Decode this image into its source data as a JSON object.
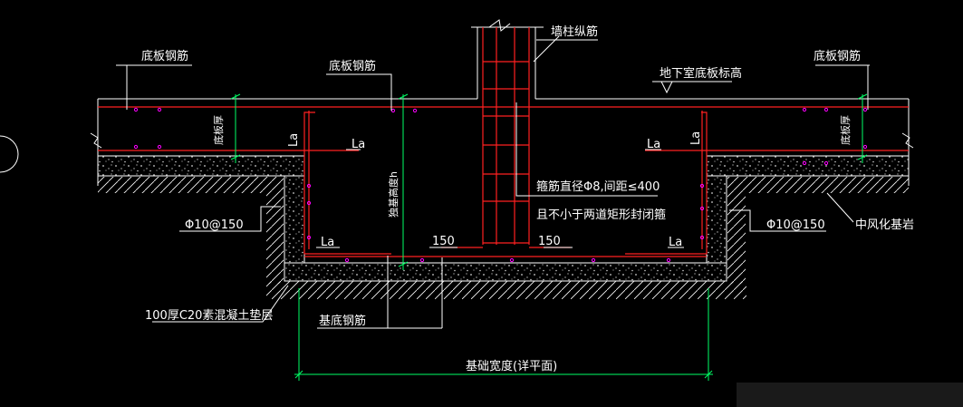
{
  "labels": {
    "wall_column_bar": "墙柱纵筋",
    "slab_bar_left": "底板钢筋",
    "slab_bar_mid": "底板钢筋",
    "slab_bar_right": "底板钢筋",
    "basement_floor_level": "地下室底板标高",
    "slab_thickness_left": "底板厚",
    "slab_thickness_right": "底板厚",
    "la_1": "La",
    "la_2": "La",
    "la_3": "La",
    "la_4": "La",
    "la_5": "La",
    "la_6": "La",
    "stirrup_note_1": "箍筋直径Φ8,间距≤400",
    "stirrup_note_2": "且不小于两道矩形封闭箍",
    "foundation_height": "独基高度h",
    "rebar_left": "Φ10@150",
    "rebar_right": "Φ10@150",
    "dim_150_left": "150",
    "dim_150_right": "150",
    "weathered_rock": "中风化基岩",
    "cushion": "100厚C20素混凝土垫层",
    "base_bar": "基底钢筋",
    "foundation_width": "基础宽度(详平面)"
  },
  "colors": {
    "background": "#000000",
    "line_white": "#ffffff",
    "rebar_red": "#ff2020",
    "dimension_green": "#00ff66",
    "concrete_fill": "#d8d8d8",
    "point_magenta": "#ff00ff"
  }
}
